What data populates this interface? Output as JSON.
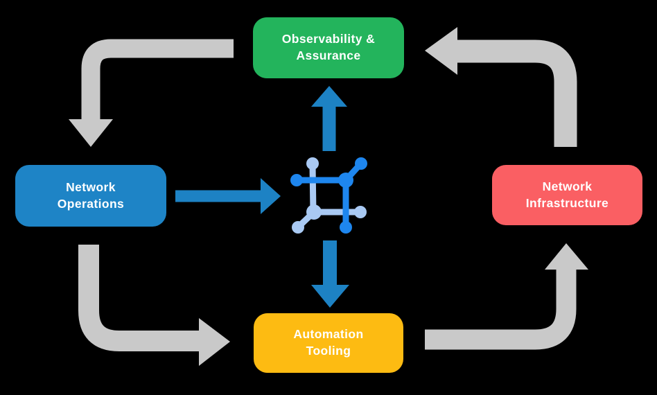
{
  "diagram": {
    "background_color": "#000000",
    "nodes": {
      "observability": {
        "label": "Observability &\nAssurance",
        "color": "#23b45c"
      },
      "operations": {
        "label": "Network\nOperations",
        "color": "#1e84c6"
      },
      "infrastructure": {
        "label": "Network\nInfrastructure",
        "color": "#fa5f63"
      },
      "automation": {
        "label": "Automation\nTooling",
        "color": "#fdbb12"
      }
    },
    "center_icon": {
      "name": "network-fabric-icon",
      "primary_color": "#1e86ee",
      "secondary_color": "#a9c9f3"
    },
    "arrows": {
      "gray_color": "#c9c9c9",
      "blue_color": "#1d82c4",
      "flows": [
        {
          "from": "Observability & Assurance",
          "to": "Network Operations",
          "style": "gray-elbow"
        },
        {
          "from": "Network Operations",
          "to": "Automation Tooling",
          "style": "gray-elbow"
        },
        {
          "from": "Automation Tooling",
          "to": "Network Infrastructure",
          "style": "gray-elbow"
        },
        {
          "from": "Network Infrastructure",
          "to": "Observability & Assurance",
          "style": "gray-elbow"
        },
        {
          "from": "Network Operations",
          "to": "center-icon",
          "style": "blue-straight"
        },
        {
          "from": "center-icon",
          "to": "Observability & Assurance",
          "style": "blue-straight"
        },
        {
          "from": "center-icon",
          "to": "Automation Tooling",
          "style": "blue-straight"
        }
      ]
    }
  }
}
